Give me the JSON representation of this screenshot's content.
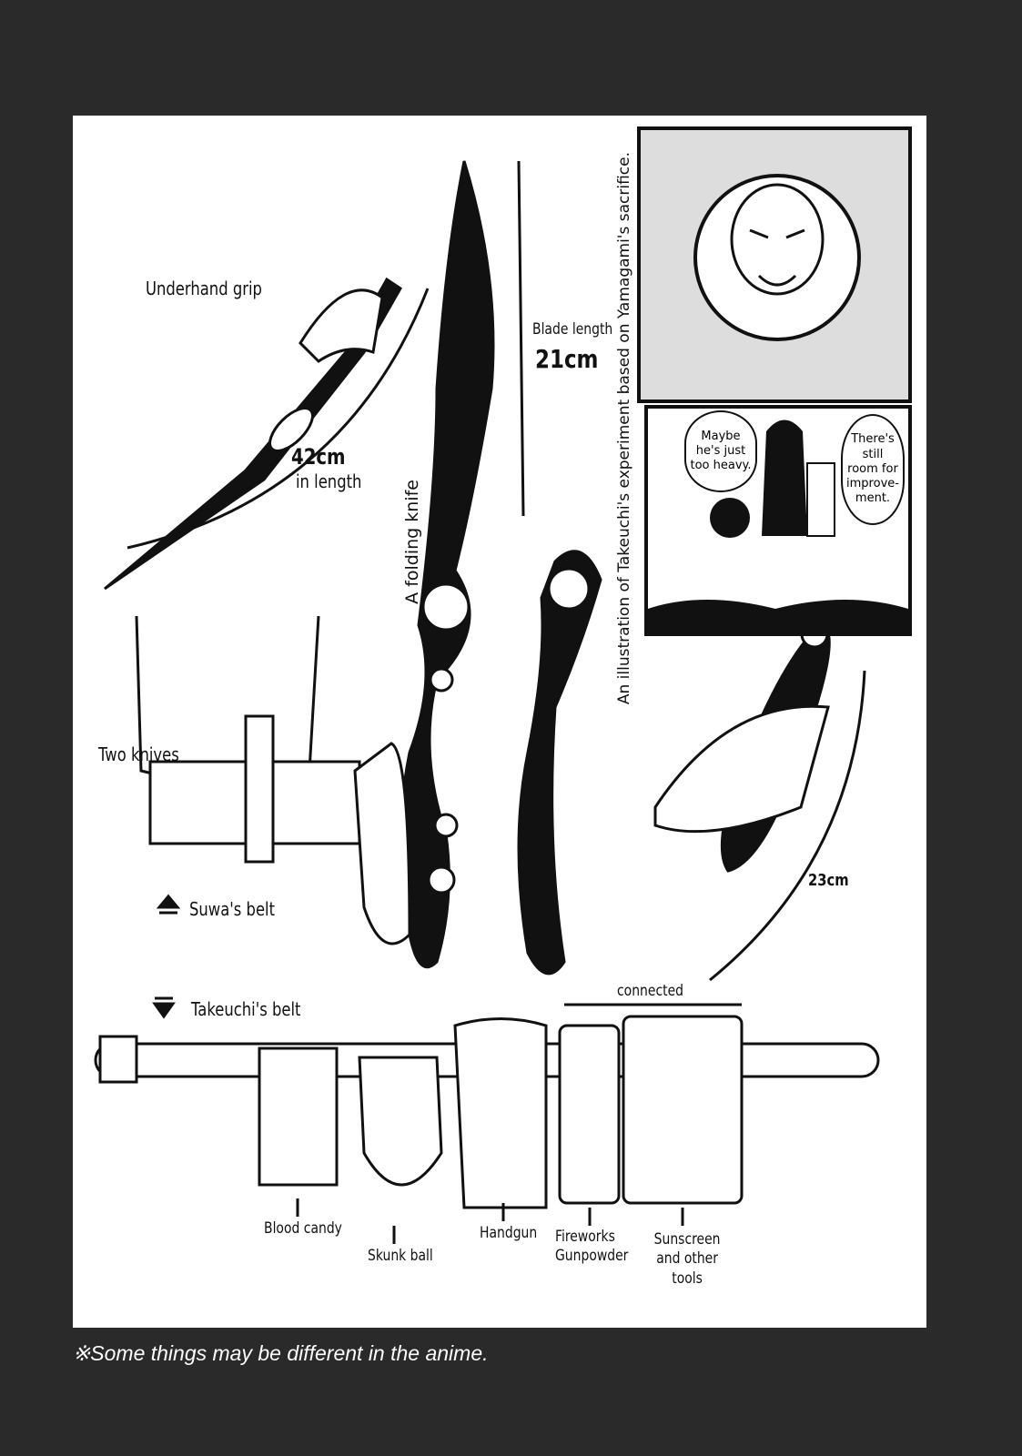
{
  "labels": {
    "underhand_grip": "Underhand grip",
    "length_42": "42cm",
    "in_length": "in length",
    "blade_length": "Blade length",
    "blade_21": "21cm",
    "folding_knife": "A folding knife",
    "two_knives": "Two knives",
    "suwas_belt": "Suwa's belt",
    "takeuchis_belt": "Takeuchi's belt",
    "length_23": "23cm",
    "connected": "connected",
    "caption": "An illustration of Takeuchi's experiment based on Yamagami's sacrifice."
  },
  "belt_items": [
    "Blood candy",
    "Skunk ball",
    "Handgun",
    "Fireworks Gunpowder",
    "Sunscreen and other tools"
  ],
  "comic": {
    "bubble_left": "Maybe he's just too heavy.",
    "bubble_right": "There's still room for improve-ment."
  },
  "footer": "※Some things may be different in the anime."
}
